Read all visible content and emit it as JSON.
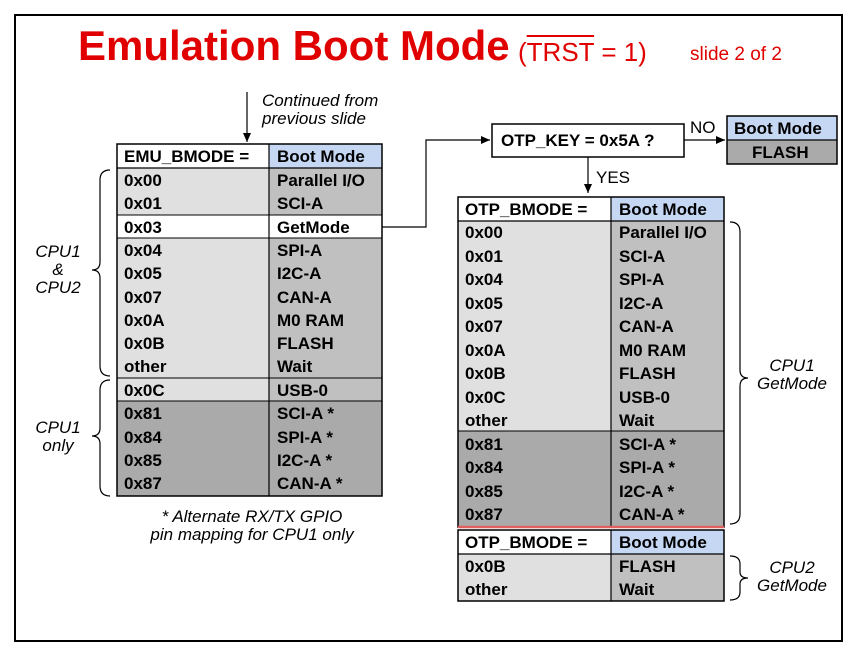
{
  "title": {
    "main": "Emulation Boot Mode",
    "paren_open": "(",
    "trst": "TRST",
    "paren_rest": " = 1)",
    "slide": "slide 2 of 2"
  },
  "continued_note": [
    "Continued from",
    "previous slide"
  ],
  "emu_table": {
    "header_left": "EMU_BMODE =",
    "header_right": "Boot Mode",
    "rows": [
      {
        "code": "0x00",
        "mode": "Parallel I/O"
      },
      {
        "code": "0x01",
        "mode": "SCI-A"
      },
      {
        "code": "0x03",
        "mode": "GetMode"
      },
      {
        "code": "0x04",
        "mode": "SPI-A"
      },
      {
        "code": "0x05",
        "mode": "I2C-A"
      },
      {
        "code": "0x07",
        "mode": "CAN-A"
      },
      {
        "code": "0x0A",
        "mode": "M0 RAM"
      },
      {
        "code": "0x0B",
        "mode": "FLASH"
      },
      {
        "code": "other",
        "mode": "Wait"
      },
      {
        "code": "0x0C",
        "mode": "USB-0"
      },
      {
        "code": "0x81",
        "mode": "SCI-A *"
      },
      {
        "code": "0x84",
        "mode": "SPI-A *"
      },
      {
        "code": "0x85",
        "mode": "I2C-A *"
      },
      {
        "code": "0x87",
        "mode": "CAN-A *"
      }
    ]
  },
  "cpu12_label": [
    "CPU1",
    "&",
    "CPU2"
  ],
  "cpu1only_label": [
    "CPU1",
    "only"
  ],
  "footnote": [
    "* Alternate RX/TX GPIO",
    "pin mapping for CPU1 only"
  ],
  "otp_key": {
    "text": "OTP_KEY = 0x5A ?",
    "no_label": "NO",
    "yes_label": "YES"
  },
  "no_box": {
    "header": "Boot Mode",
    "value": "FLASH"
  },
  "otp_table1": {
    "header_left": "OTP_BMODE =",
    "header_right": "Boot Mode",
    "rows": [
      {
        "code": "0x00",
        "mode": "Parallel I/O"
      },
      {
        "code": "0x01",
        "mode": "SCI-A"
      },
      {
        "code": "0x04",
        "mode": "SPI-A"
      },
      {
        "code": "0x05",
        "mode": "I2C-A"
      },
      {
        "code": "0x07",
        "mode": "CAN-A"
      },
      {
        "code": "0x0A",
        "mode": "M0 RAM"
      },
      {
        "code": "0x0B",
        "mode": "FLASH"
      },
      {
        "code": "0x0C",
        "mode": "USB-0"
      },
      {
        "code": "other",
        "mode": "Wait"
      },
      {
        "code": "0x81",
        "mode": "SCI-A *"
      },
      {
        "code": "0x84",
        "mode": "SPI-A *"
      },
      {
        "code": "0x85",
        "mode": "I2C-A *"
      },
      {
        "code": "0x87",
        "mode": "CAN-A *"
      }
    ]
  },
  "cpu1_getmode_label": [
    "CPU1",
    "GetMode"
  ],
  "otp_table2": {
    "header_left": "OTP_BMODE =",
    "header_right": "Boot Mode",
    "rows": [
      {
        "code": "0x0B",
        "mode": "FLASH"
      },
      {
        "code": "other",
        "mode": "Wait"
      }
    ]
  },
  "cpu2_getmode_label": [
    "CPU2",
    "GetMode"
  ],
  "colors": {
    "title_red": "#e10000",
    "header_blue": "#c5d7f3",
    "light_gray": "#e0e0e0",
    "mid_gray": "#c0c0c0",
    "dark_gray": "#aaaaaa",
    "divider_red": "#e06060"
  }
}
